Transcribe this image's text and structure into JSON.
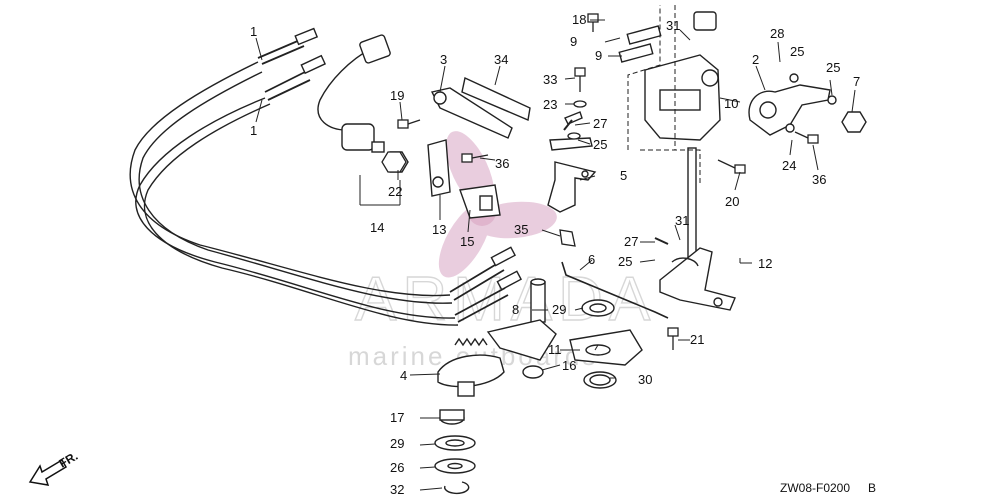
{
  "diagram": {
    "drawing_code": "ZW08-F0200",
    "drawing_suffix": "B",
    "direction_label": "FR.",
    "part_numbers": [
      "1",
      "1",
      "2",
      "3",
      "4",
      "5",
      "6",
      "7",
      "8",
      "9",
      "9",
      "10",
      "11",
      "12",
      "13",
      "14",
      "15",
      "16",
      "17",
      "18",
      "19",
      "20",
      "21",
      "22",
      "23",
      "24",
      "25",
      "25",
      "25",
      "25",
      "26",
      "27",
      "27",
      "28",
      "29",
      "29",
      "30",
      "31",
      "31",
      "32",
      "33",
      "34",
      "35",
      "36",
      "36"
    ]
  },
  "watermark": {
    "brand": "ARMADA",
    "tagline": "marine outboards",
    "color": "#d8a6c4"
  }
}
